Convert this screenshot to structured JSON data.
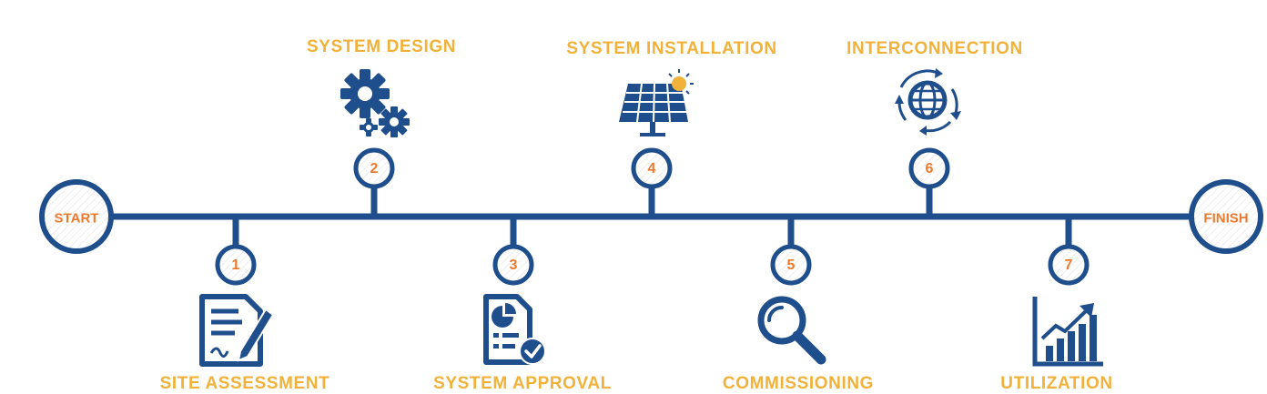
{
  "colors": {
    "line": "#1f4e8c",
    "label": "#f0b23a",
    "number": "#ec7a2e",
    "node_fill": "#ffffff"
  },
  "timeline": {
    "start_label": "START",
    "finish_label": "FINISH"
  },
  "steps": [
    {
      "number": "1",
      "label": "SITE ASSESSMENT",
      "icon": "document-signature-icon"
    },
    {
      "number": "2",
      "label": "SYSTEM DESIGN",
      "icon": "gears-icon"
    },
    {
      "number": "3",
      "label": "SYSTEM APPROVAL",
      "icon": "report-check-icon"
    },
    {
      "number": "4",
      "label": "SYSTEM INSTALLATION",
      "icon": "solar-panel-icon"
    },
    {
      "number": "5",
      "label": "COMMISSIONING",
      "icon": "magnifier-icon"
    },
    {
      "number": "6",
      "label": "INTERCONNECTION",
      "icon": "globe-arrows-icon"
    },
    {
      "number": "7",
      "label": "UTILIZATION",
      "icon": "growth-chart-icon"
    }
  ]
}
